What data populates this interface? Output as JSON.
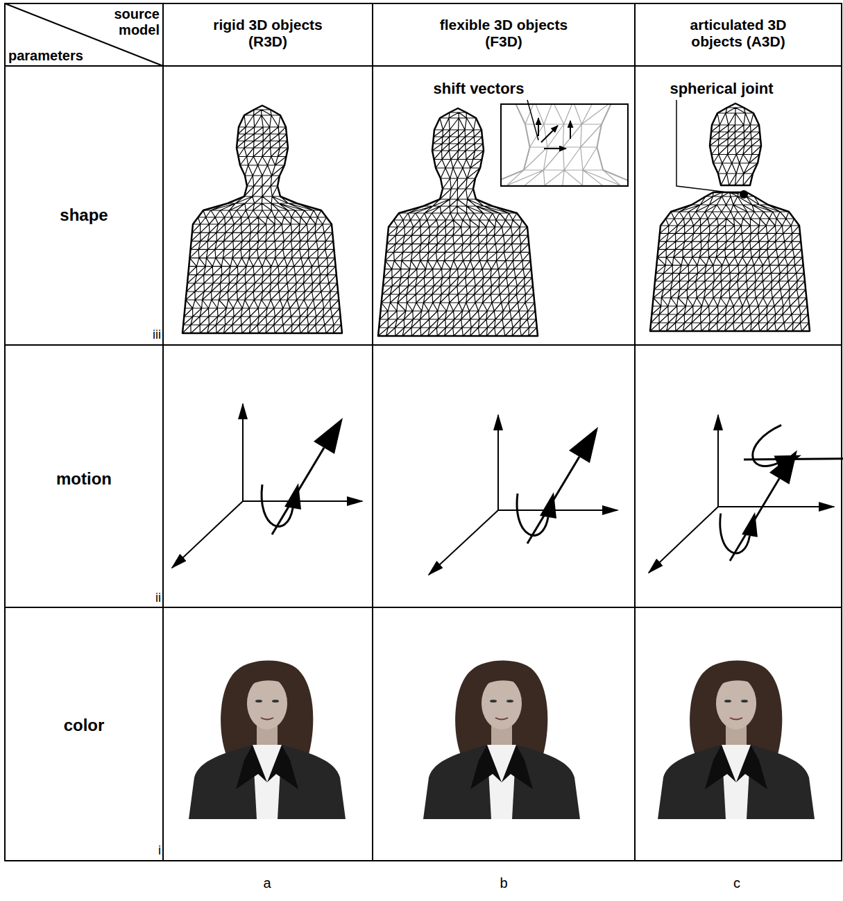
{
  "diagram": {
    "labels": [
      "source model",
      "parameters",
      "rigid 3D objects (R3D)",
      "flexible 3D objects (F3D)",
      "articulated 3D objects (A3D)",
      "shape",
      "shift vectors",
      "spherical joint",
      "iii",
      "motion",
      "ii",
      "color",
      "i",
      "a",
      "b",
      "c"
    ]
  }
}
